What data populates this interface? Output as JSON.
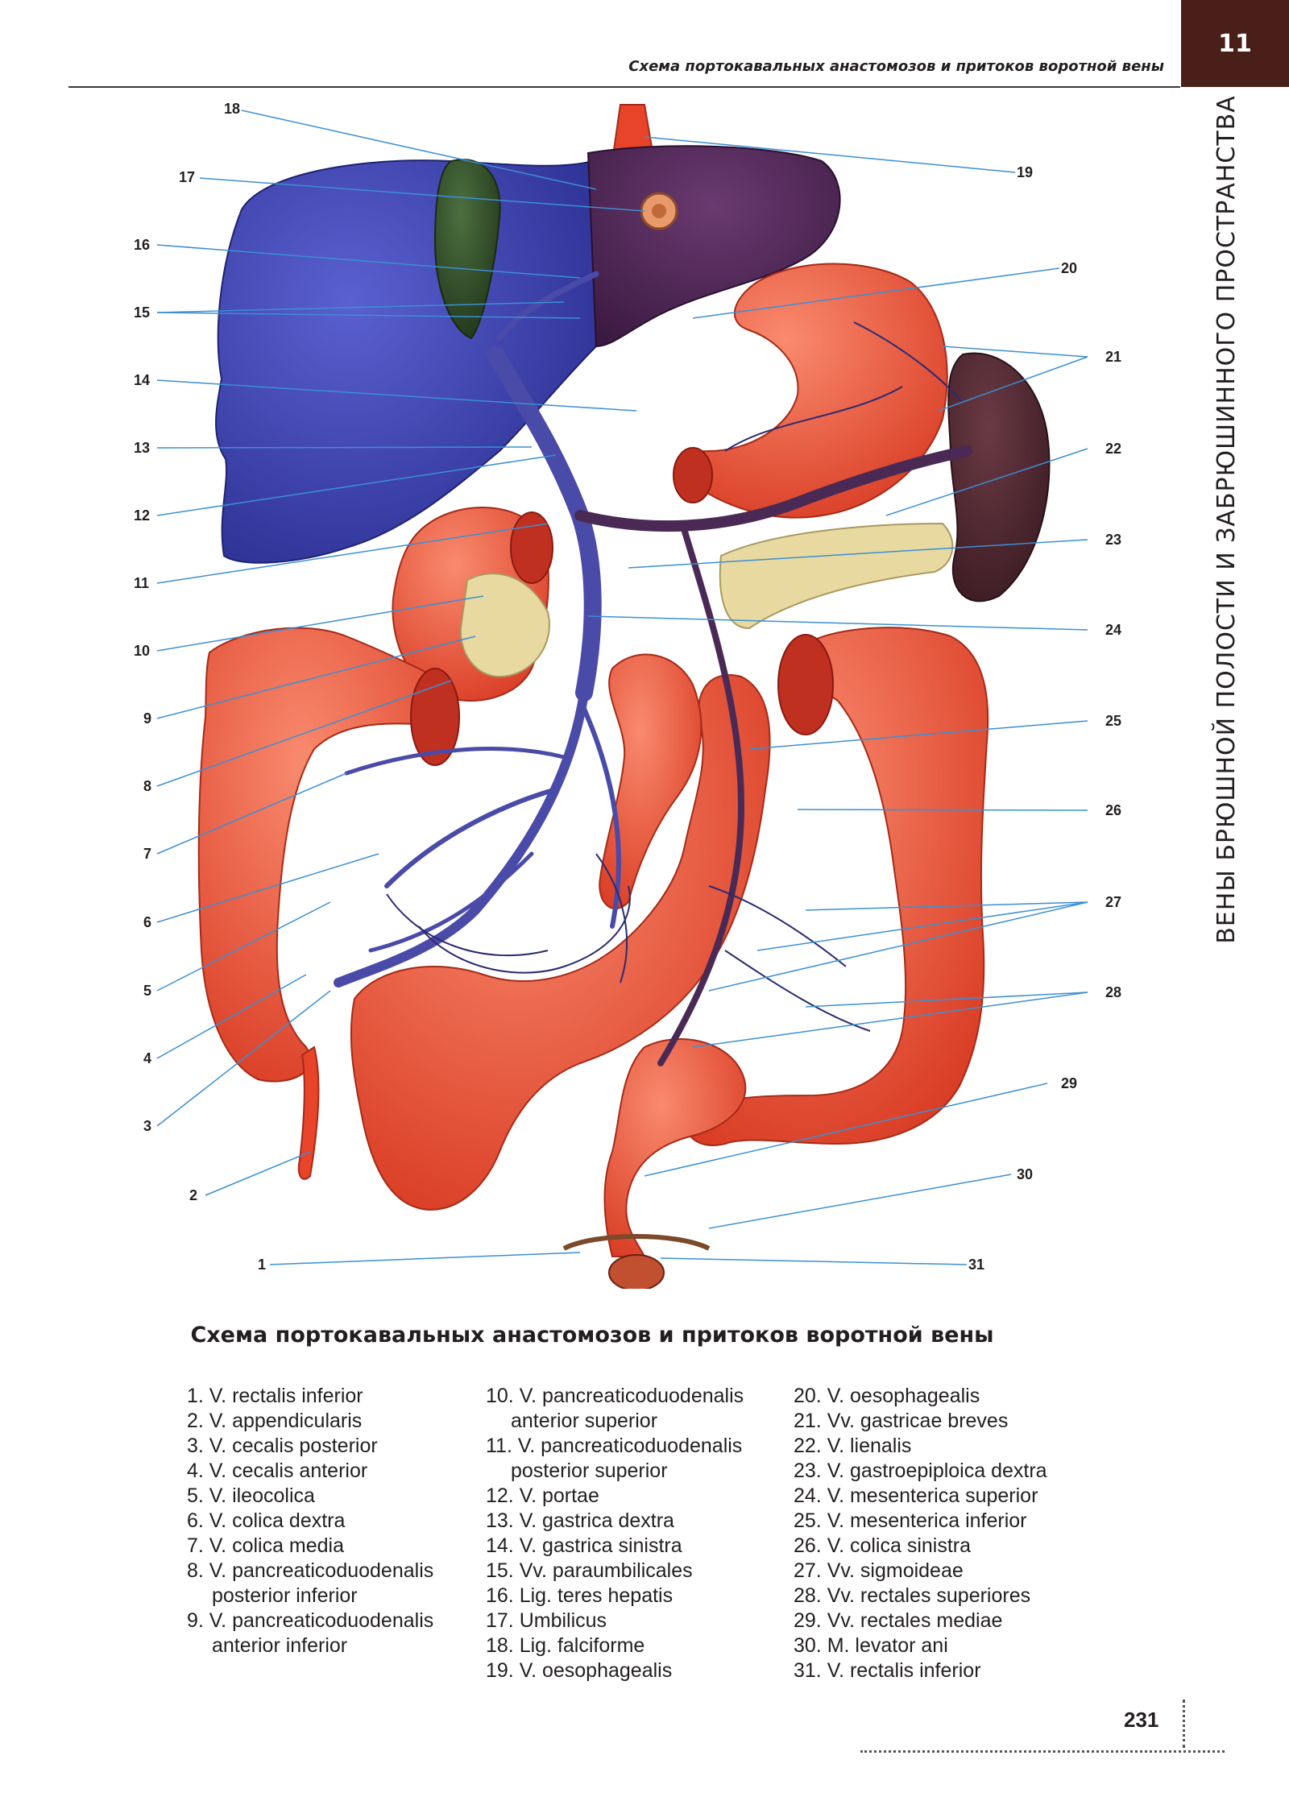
{
  "header": {
    "running_title": "Схема портокавальных анастомозов и притоков воротной вены",
    "chapter_number": "11",
    "side_title": "ВЕНЫ БРЮШНОЙ ПОЛОСТИ И ЗАБРЮШИННОГО ПРОСТРАНСТВА"
  },
  "figure": {
    "caption": "Схема портокавальных анастомозов и притоков воротной вены",
    "callouts_left": [
      "18",
      "17",
      "16",
      "15",
      "14",
      "13",
      "12",
      "11",
      "10",
      "9",
      "8",
      "7",
      "6",
      "5",
      "4",
      "3",
      "2",
      "1"
    ],
    "callouts_right": [
      "19",
      "20",
      "21",
      "22",
      "23",
      "24",
      "25",
      "26",
      "27",
      "28",
      "29",
      "30",
      "31"
    ]
  },
  "legend": {
    "col1": [
      "1. V. rectalis inferior",
      "2. V. appendicularis",
      "3. V. cecalis posterior",
      "4. V. cecalis anterior",
      "5. V. ileocolica",
      "6. V. colica dextra",
      "7. V. colica media",
      "8. V. pancreaticoduodenalis",
      "posterior inferior",
      "9. V. pancreaticoduodenalis",
      "anterior inferior"
    ],
    "col2": [
      "10. V. pancreaticoduodenalis",
      "anterior superior",
      "11. V. pancreaticoduodenalis",
      "posterior superior",
      "12. V. portae",
      "13. V. gastrica dextra",
      "14. V. gastrica sinistra",
      "15. Vv. paraumbilicales",
      "16. Lig. teres hepatis",
      "17. Umbilicus",
      "18. Lig. falciforme",
      "19. V. oesophagealis"
    ],
    "col3": [
      "20. V. oesophagealis",
      "21. Vv. gastricae breves",
      "22. V. lienalis",
      "23. V. gastroepiploica dextra",
      "24. V. mesenterica superior",
      "25. V. mesenterica inferior",
      "26. V. colica sinistra",
      "27. Vv. sigmoideae",
      "28. Vv. rectales superiores",
      "29. Vv. rectales mediae",
      "30. M. levator ani",
      "31. V. rectalis inferior"
    ]
  },
  "page_number": "231",
  "colors": {
    "liver": "#3b3fb0",
    "liver_left_lobe": "#4a2a55",
    "gallbladder": "#2f4a2a",
    "bowel": "#e8442a",
    "bowel_highlight": "#f7836a",
    "spleen": "#4a2830",
    "pancreas": "#e8d9a0",
    "portal_vein": "#4a4aa8",
    "callout_line": "#3b8fd4",
    "chapter_tab": "#4a1f1a"
  }
}
